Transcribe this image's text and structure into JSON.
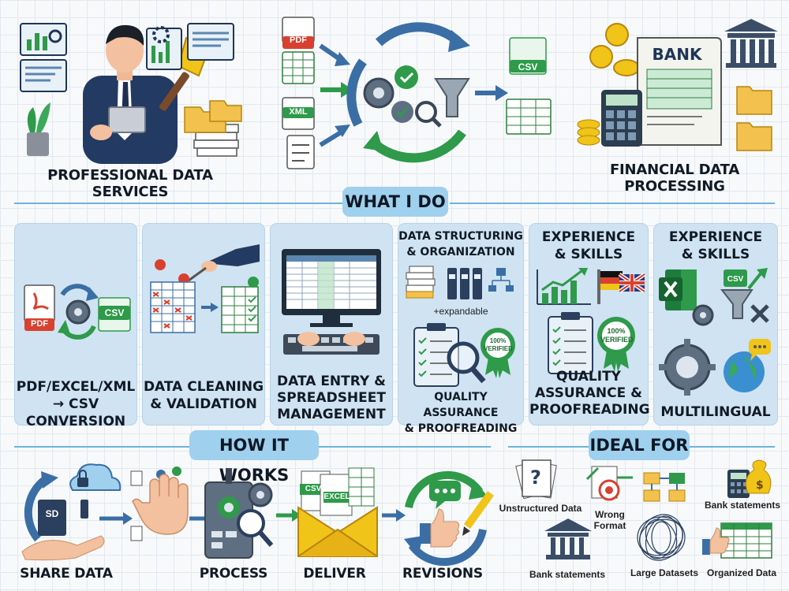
{
  "top": {
    "professional_caption": "PROFESSIONAL DATA SERVICES",
    "financial_caption": "FINANCIAL DATA PROCESSING",
    "file_badges": {
      "pdf": "PDF",
      "xml": "XML",
      "csv": "CSV"
    },
    "bank_label": "BANK"
  },
  "what_i_do": {
    "heading": "WHAT I DO",
    "panels": [
      {
        "title": "PDF/EXCEL/XML\n→ CSV CONVERSION",
        "badges": [
          "PDF",
          "CSV"
        ]
      },
      {
        "title": "DATA CLEANING\n& VALIDATION"
      },
      {
        "title": "DATA ENTRY &\nSPREADSHEET\nMANAGEMENT"
      },
      {
        "title_top": "DATA STRUCTURING\n& ORGANIZATION",
        "note": "+expandable",
        "seal": "100%\nVERIFIED",
        "title_bottom": "QUALITY ASSURANCE\n& PROOFREADING"
      },
      {
        "title_top": "EXPERIENCE\n& SKILLS",
        "seal": "100%\nVERIFIED",
        "title_bottom": "QUALITY\nASSURANCE &\nPROOFREADING"
      },
      {
        "title_top": "EXPERIENCE\n& SKILLS",
        "badges": [
          "CSV"
        ],
        "title_bottom": "MULTILINGUAL"
      }
    ]
  },
  "how_it_works": {
    "heading": "HOW IT WORKS",
    "steps": [
      "SHARE DATA",
      "PROCESS",
      "DELIVER",
      "REVISIONS"
    ],
    "badges": {
      "sd": "SD",
      "csv": "CSV",
      "excel": "EXCEL"
    }
  },
  "ideal_for": {
    "heading": "IDEAL FOR",
    "items": [
      "Unstructured Data",
      "Wrong\nFormat",
      "Bank statements",
      "Bank statements",
      "Large Datasets",
      "Organized Data"
    ]
  },
  "colors": {
    "accent": "#9fd0ee",
    "panel": "#cfe3f2",
    "navy": "#1f3557",
    "green": "#2e9a4a",
    "red": "#d8412f",
    "yellow": "#f0c419"
  }
}
